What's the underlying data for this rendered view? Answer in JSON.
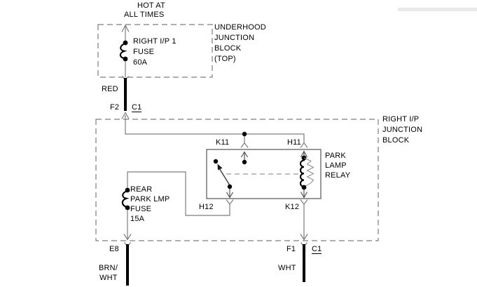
{
  "colors": {
    "wire_gray": "#7d7d7d",
    "ink": "#000000",
    "thick_wire": "#000000",
    "scrollbar_gray": "#e9e9e9"
  },
  "power": {
    "hot_line1": "HOT AT",
    "hot_line2": "ALL TIMES"
  },
  "underhood_block": {
    "title_line1": "UNDERHOOD",
    "title_line2": "JUNCTION",
    "title_line3": "BLOCK",
    "title_line4": "(TOP)",
    "fuse_name_line1": "RIGHT I/P 1",
    "fuse_name_line2": "FUSE",
    "fuse_rating": "60A"
  },
  "feed": {
    "wire_color": "RED",
    "pin": "F2",
    "connector": "C1"
  },
  "ip_block": {
    "title_line1": "RIGHT I/P",
    "title_line2": "JUNCTION",
    "title_line3": "BLOCK"
  },
  "relay": {
    "name_line1": "PARK",
    "name_line2": "LAMP",
    "name_line3": "RELAY",
    "terminal_k11": "K11",
    "terminal_h11": "H11",
    "terminal_h12": "H12",
    "terminal_k12": "K12"
  },
  "rear_fuse": {
    "name_line1": "REAR",
    "name_line2": "PARK LMP",
    "name_line3": "FUSE",
    "rating": "15A"
  },
  "left_exit": {
    "pin": "E8",
    "wire_color_line1": "BRN/",
    "wire_color_line2": "WHT"
  },
  "right_exit": {
    "pin": "F1",
    "connector": "C1",
    "wire_color": "WHT"
  }
}
